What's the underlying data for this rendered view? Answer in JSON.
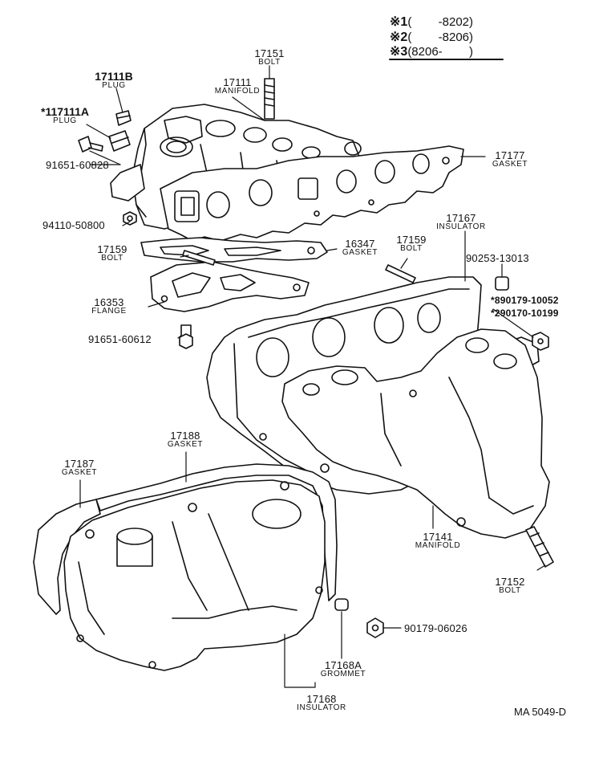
{
  "legend": [
    {
      "mark": "※1",
      "range": "(        -8202)"
    },
    {
      "mark": "※2",
      "range": "(        -8206)"
    },
    {
      "mark": "※3",
      "range": "(8206-        )"
    }
  ],
  "parts": {
    "p17151": {
      "number": "17151",
      "name": "BOLT"
    },
    "p17111B": {
      "number": "17111B",
      "name": "PLUG"
    },
    "p17111": {
      "number": "17111",
      "name": "MANIFOLD"
    },
    "p17111A": {
      "number": "*117111A",
      "name": "PLUG"
    },
    "p91651_60828": {
      "number": "91651-60828"
    },
    "p17177": {
      "number": "17177",
      "name": "GASKET"
    },
    "p94110_50800": {
      "number": "94110-50800"
    },
    "p17167": {
      "number": "17167",
      "name": "INSULATOR"
    },
    "p17159a": {
      "number": "17159",
      "name": "BOLT"
    },
    "p16347": {
      "number": "16347",
      "name": "GASKET"
    },
    "p17159b": {
      "number": "17159",
      "name": "BOLT"
    },
    "p90253_13013": {
      "number": "90253-13013"
    },
    "p16353": {
      "number": "16353",
      "name": "FLANGE"
    },
    "p890179": {
      "number": "*890179-10052"
    },
    "p290170": {
      "number": "*290170-10199"
    },
    "p91651_60612": {
      "number": "91651-60612"
    },
    "p17188": {
      "number": "17188",
      "name": "GASKET"
    },
    "p17187": {
      "number": "17187",
      "name": "GASKET"
    },
    "p17141": {
      "number": "17141",
      "name": "MANIFOLD"
    },
    "p17152": {
      "number": "17152",
      "name": "BOLT"
    },
    "p90179_06026": {
      "number": "90179-06026"
    },
    "p17168A": {
      "number": "17168A",
      "name": "GROMMET"
    },
    "p17168": {
      "number": "17168",
      "name": "INSULATOR"
    }
  },
  "diagram_code": "MA 5049-D"
}
